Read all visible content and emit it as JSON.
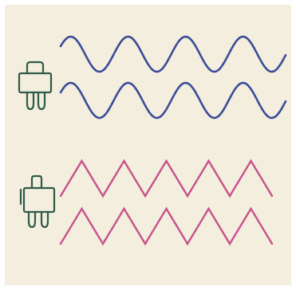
{
  "colors": {
    "paper": "#f3eede",
    "border": "#ffffff",
    "icon_stroke": "#2f5b48",
    "sine_wave": "#3a4c98",
    "zigzag_wave": "#c8528c"
  },
  "rows": [
    {
      "icon": "horizontal-component-icon",
      "wave": "sine"
    },
    {
      "icon": "horizontal-component-icon",
      "wave": "sine"
    },
    {
      "icon": "vertical-component-icon",
      "wave": "zigzag"
    },
    {
      "icon": "vertical-component-icon",
      "wave": "zigzag"
    }
  ]
}
